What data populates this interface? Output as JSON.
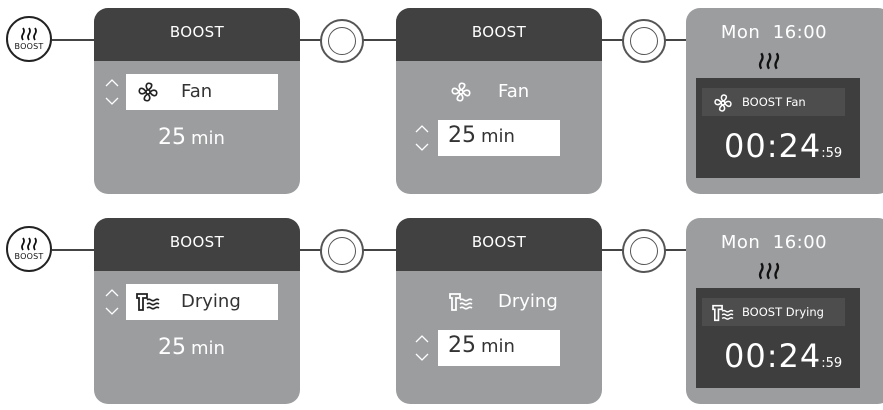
{
  "rows": [
    {
      "mode": "Fan",
      "boost_button": "BOOST",
      "step1": {
        "header": "BOOST",
        "mode_label": "Fan",
        "time_value": "25",
        "time_unit": "min"
      },
      "step2": {
        "header": "BOOST",
        "mode_label": "Fan",
        "time_value": "25",
        "time_unit": "min"
      },
      "display": {
        "day": "Mon",
        "clock": "16:00",
        "mode_text": "BOOST Fan",
        "countdown": "00:24",
        "seconds": ":59"
      }
    },
    {
      "mode": "Drying",
      "boost_button": "BOOST",
      "step1": {
        "header": "BOOST",
        "mode_label": "Drying",
        "time_value": "25",
        "time_unit": "min"
      },
      "step2": {
        "header": "BOOST",
        "mode_label": "Drying",
        "time_value": "25",
        "time_unit": "min"
      },
      "display": {
        "day": "Mon",
        "clock": "16:00",
        "mode_text": "BOOST Drying",
        "countdown": "00:24",
        "seconds": ":59"
      }
    }
  ],
  "icons": [
    "boost-heat-icon",
    "fan-icon",
    "drying-icon",
    "rotary-knob-icon",
    "chevron-up-icon",
    "chevron-down-icon"
  ],
  "colors": {
    "panel": "#9c9d9f",
    "header": "#414141",
    "screen": "#3e3e3e",
    "text_light": "#ffffff"
  }
}
